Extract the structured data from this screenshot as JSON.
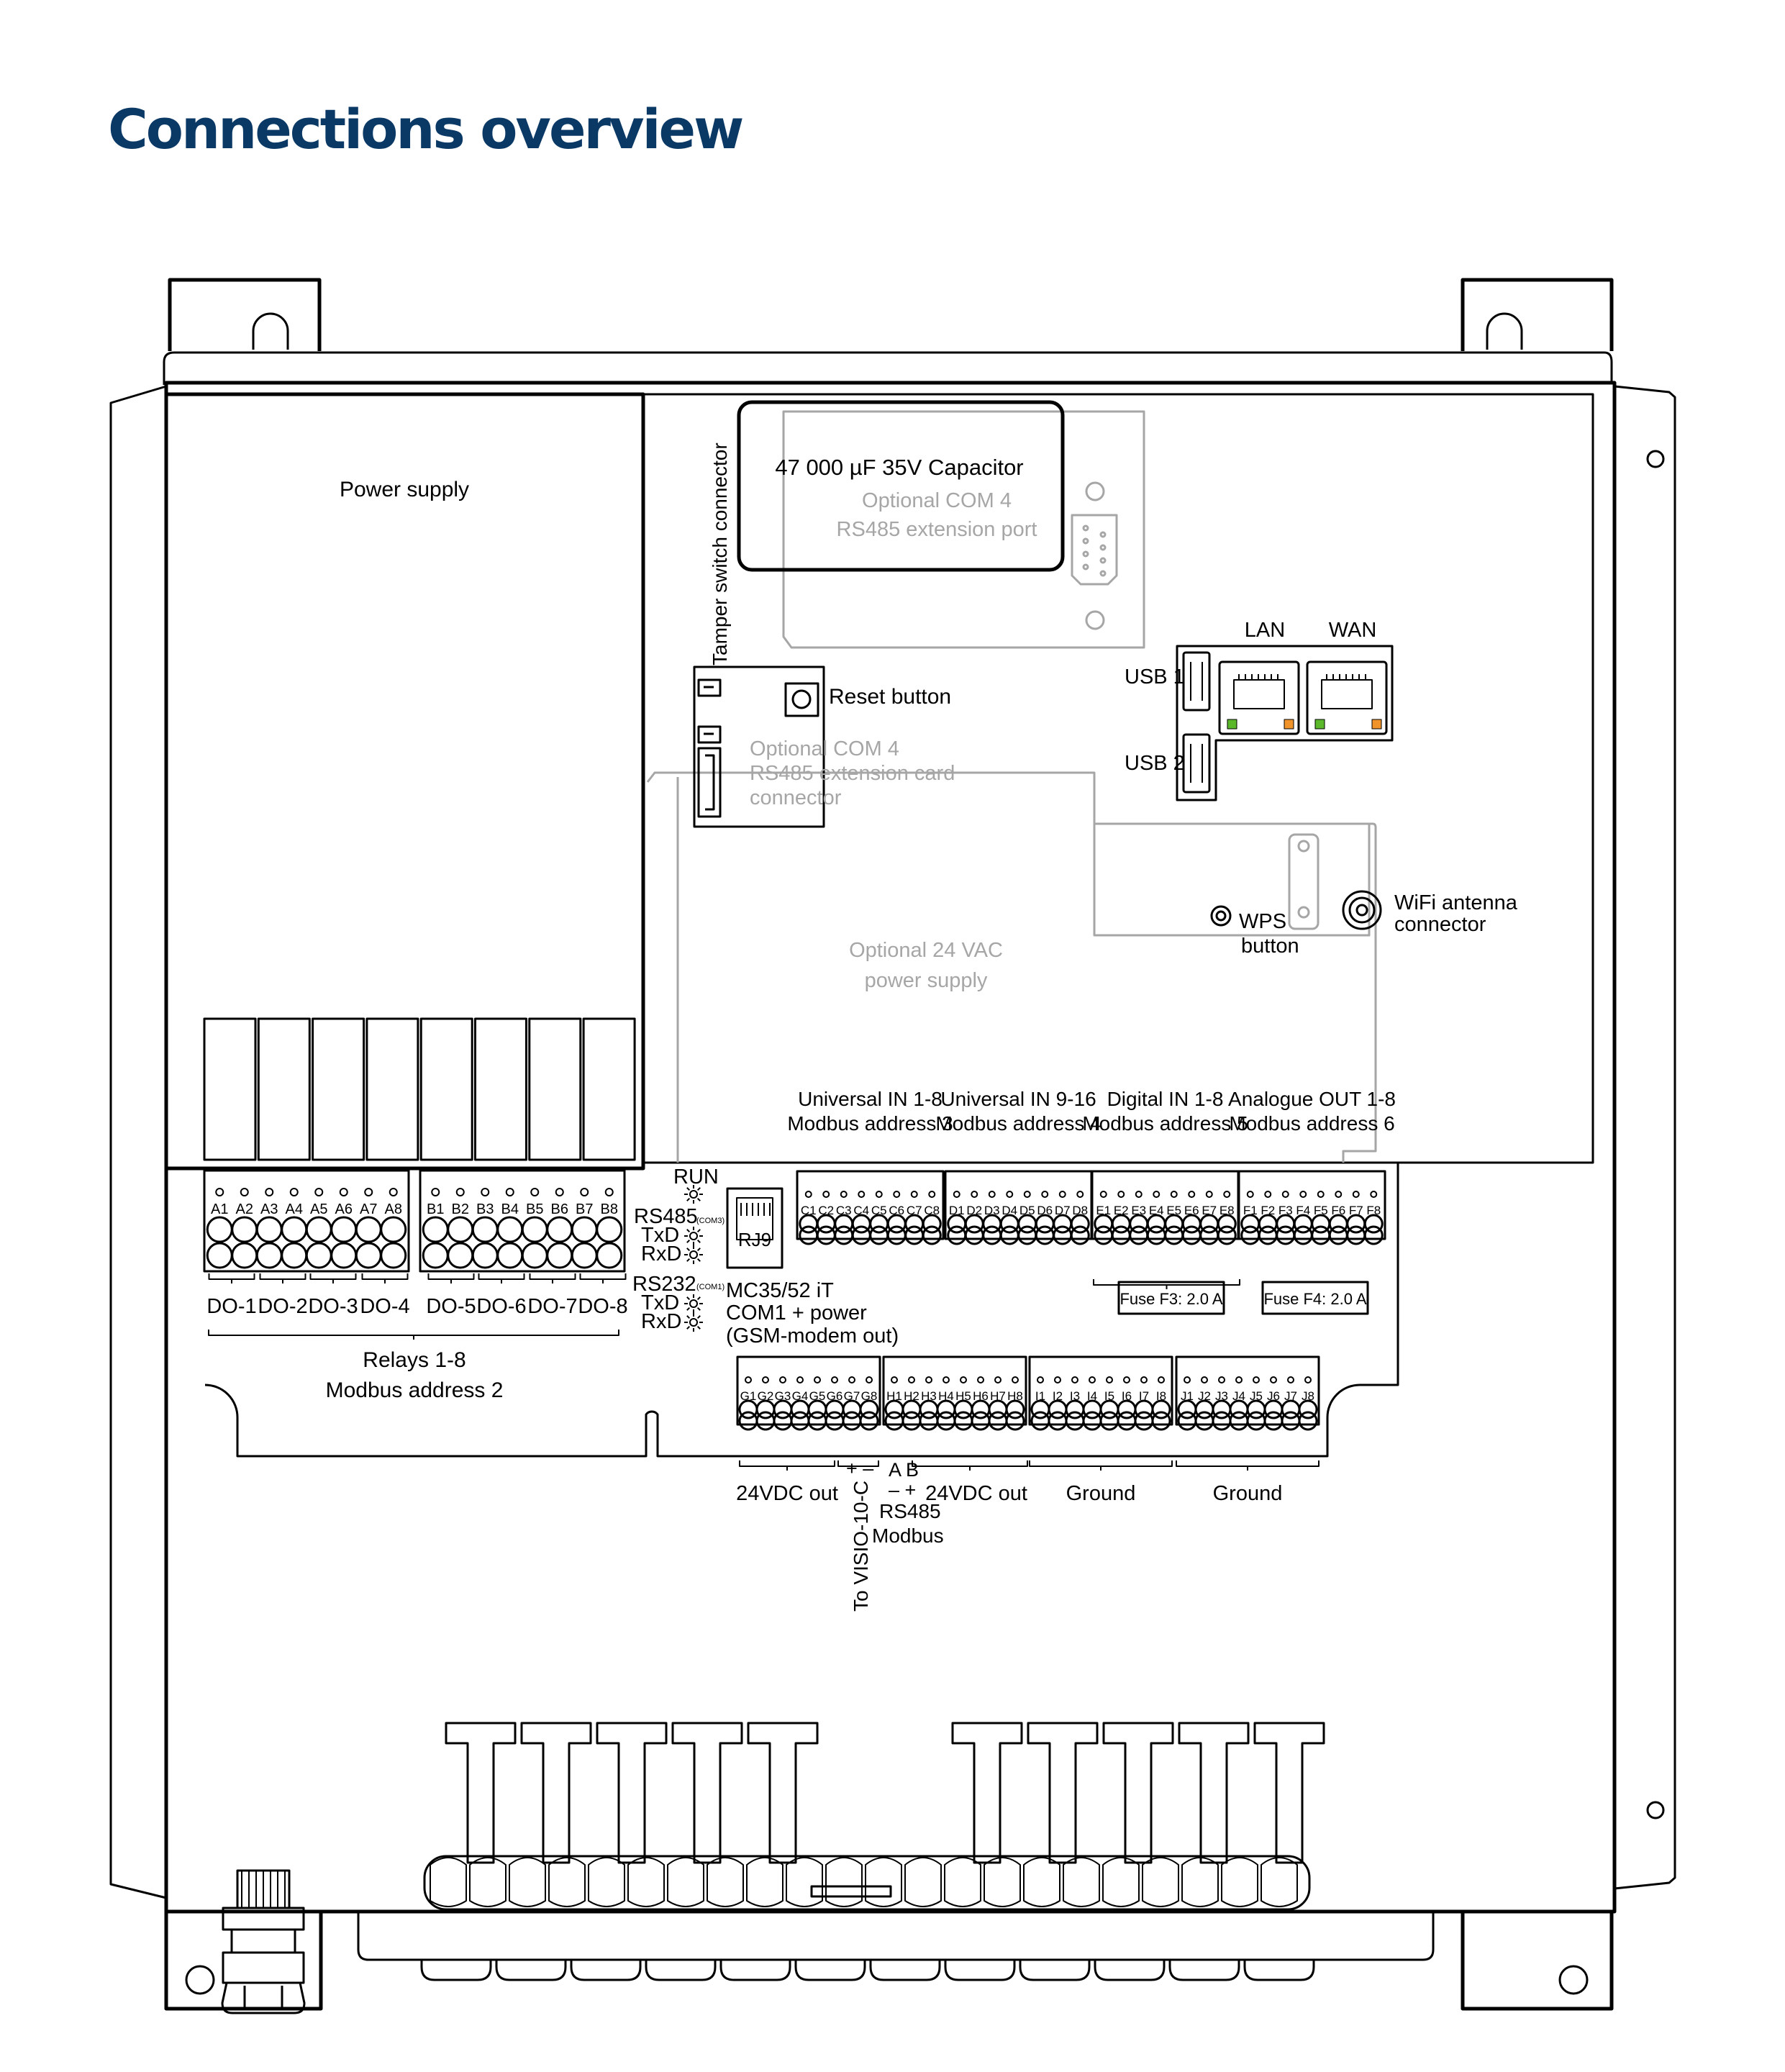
{
  "title": "Connections overview",
  "colors": {
    "title": "#0b3966",
    "line": "#000000",
    "optional": "#a6a6a6",
    "led_green": "#5cb82b",
    "led_orange": "#f0932b"
  },
  "labels": {
    "power_supply": "Power supply",
    "capacitor": "47 000 µF 35V Capacitor",
    "optional_com4_port": [
      "Optional COM 4",
      "RS485 extension port"
    ],
    "tamper": "Tamper switch connector",
    "reset": "Reset button",
    "optional_com4_card": [
      "Optional COM 4",
      "RS485 extension card",
      "connector"
    ],
    "usb1": "USB 1",
    "usb2": "USB 2",
    "lan": "LAN",
    "wan": "WAN",
    "wps": [
      "WPS",
      "button"
    ],
    "wifi": [
      "WiFi antenna",
      "connector"
    ],
    "optional_24vac": [
      "Optional 24 VAC",
      "power supply"
    ],
    "run": "RUN",
    "rs485": "RS485",
    "com3": "(COM3)",
    "txd": "TxD",
    "rxd": "RxD",
    "rs232": "RS232",
    "com1": "(COM1)",
    "rj9": "RJ9",
    "mc35": [
      "MC35/52 iT",
      "COM1 + power",
      "(GSM-modem out)"
    ],
    "relays": [
      "Relays 1-8",
      "Modbus address 2"
    ],
    "do_labels": [
      "DO-1",
      "DO-2",
      "DO-3",
      "DO-4",
      "DO-5",
      "DO-6",
      "DO-7",
      "DO-8"
    ],
    "fuse_f3": "Fuse F3: 2.0 A",
    "fuse_f4": "Fuse F4: 2.0 A",
    "to_visio": "To VISIO-10-C",
    "plus_minus": "+ –",
    "ab": "A B",
    "minus_plus": "– +",
    "rs485_modbus": [
      "RS485",
      "Modbus"
    ]
  },
  "terminal_groups": [
    {
      "id": "A",
      "pins": [
        "A1",
        "A2",
        "A3",
        "A4",
        "A5",
        "A6",
        "A7",
        "A8"
      ]
    },
    {
      "id": "B",
      "pins": [
        "B1",
        "B2",
        "B3",
        "B4",
        "B5",
        "B6",
        "B7",
        "B8"
      ]
    },
    {
      "id": "C",
      "pins": [
        "C1",
        "C2",
        "C3",
        "C4",
        "C5",
        "C6",
        "C7",
        "C8"
      ],
      "header": [
        "Universal IN 1-8",
        "Modbus address 3"
      ]
    },
    {
      "id": "D",
      "pins": [
        "D1",
        "D2",
        "D3",
        "D4",
        "D5",
        "D6",
        "D7",
        "D8"
      ],
      "header": [
        "Universal IN 9-16",
        "Modbus address 4"
      ]
    },
    {
      "id": "E",
      "pins": [
        "E1",
        "E2",
        "E3",
        "E4",
        "E5",
        "E6",
        "E7",
        "E8"
      ],
      "header": [
        "Digital IN 1-8",
        "Modbus address 5"
      ]
    },
    {
      "id": "F",
      "pins": [
        "F1",
        "F2",
        "F3",
        "F4",
        "F5",
        "F6",
        "F7",
        "F8"
      ],
      "header": [
        "Analogue OUT 1-8",
        "Modbus address 6"
      ]
    },
    {
      "id": "G",
      "pins": [
        "G1",
        "G2",
        "G3",
        "G4",
        "G5",
        "G6",
        "G7",
        "G8"
      ],
      "footer": "24VDC  out"
    },
    {
      "id": "H",
      "pins": [
        "H1",
        "H2",
        "H3",
        "H4",
        "H5",
        "H6",
        "H7",
        "H8"
      ],
      "footer": "24VDC  out"
    },
    {
      "id": "I",
      "pins": [
        "I1",
        "I2",
        "I3",
        "I4",
        "I5",
        "I6",
        "I7",
        "I8"
      ],
      "footer": "Ground"
    },
    {
      "id": "J",
      "pins": [
        "J1",
        "J2",
        "J3",
        "J4",
        "J5",
        "J6",
        "J7",
        "J8"
      ],
      "footer": "Ground"
    }
  ]
}
